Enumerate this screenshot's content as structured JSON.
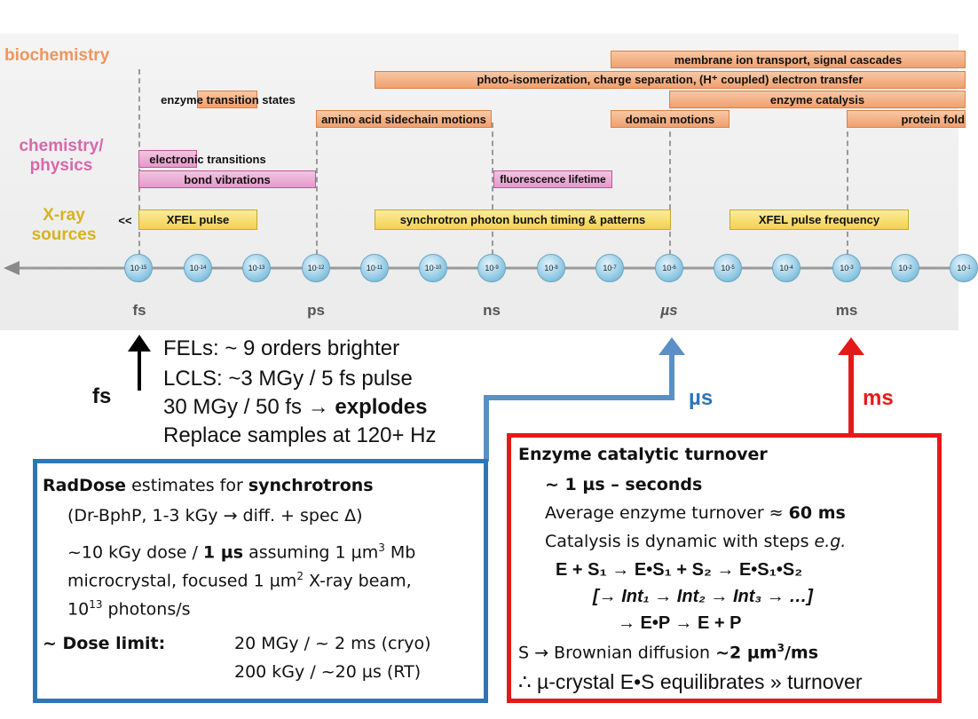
{
  "categories": {
    "biochem": "biochemistry",
    "chem": "chemistry/ physics",
    "xray": "X-ray sources"
  },
  "bars": {
    "membrane": "membrane ion transport, signal cascades",
    "photo": "photo-isomerization, charge separation, (H⁺ coupled) electron transfer",
    "enzyme_catalysis": "enzyme catalysis",
    "enzyme_ts": "enzyme transition states",
    "amino": "amino acid sidechain motions",
    "domain": "domain motions",
    "protein_fold": "protein fold",
    "electronic": "electronic transitions",
    "bond": "bond vibrations",
    "fluor": "fluorescence lifetime",
    "xfel_pulse": "XFEL pulse",
    "synchrotron": "synchrotron photon bunch timing & patterns",
    "xfel_freq": "XFEL pulse frequency",
    "lt_sign": "<<"
  },
  "ticks": [
    "10-15",
    "10-14",
    "10-13",
    "10-12",
    "10-11",
    "10-10",
    "10-9",
    "10-8",
    "10-7",
    "10-6",
    "10-5",
    "10-4",
    "10-3",
    "10-2",
    "10-1"
  ],
  "units": [
    "fs",
    "ps",
    "ns",
    "µs",
    "ms"
  ],
  "fel": {
    "l1": "FELs: ~ 9 orders brighter",
    "l2": "LCLS: ~3 MGy / 5 fs pulse",
    "l3a": "30 MGy / 50 fs → ",
    "l3b": "explodes",
    "l4": "Replace samples at 120+ Hz"
  },
  "arrows": {
    "fs": "fs",
    "us": "µs",
    "ms": "ms"
  },
  "raddose": {
    "t1a": "RadDose",
    "t1b": " estimates for ",
    "t1c": "synchrotrons",
    "l2": "(Dr-BphP, 1-3 kGy → diff. + spec Δ)",
    "l3a": "~10 kGy dose / ",
    "l3b": "1 µs",
    "l3c": " assuming 1 µm",
    "l3d": " Mb",
    "l4a": "microcrystal, focused 1 µm",
    "l4b": " X-ray beam,",
    "l5a": "10",
    "l5b": "13",
    "l5c": " photons/s",
    "dose_label": "~ Dose limit:",
    "dose1": "20 MGy / ~ 2 ms (cryo)",
    "dose2": "200 kGy / ~20 µs (RT)",
    "sup3": "3",
    "sup2": "2"
  },
  "enzyme": {
    "title": "Enzyme catalytic turnover",
    "l2": "~ 1 µs – seconds",
    "l3a": "Average enzyme turnover ≈ ",
    "l3b": "60 ms",
    "l4a": "Catalysis is dynamic with steps ",
    "l4b": "e.g.",
    "eq1": "E + S₁ → E•S₁ + S₂ → E•S₁•S₂",
    "eq2": "[→ Int₁ → Int₂ → Int₃ → …]",
    "eq3": "→ E•P → E + P",
    "l8a": "S → Brownian diffusion ",
    "l8b": "~2 µm",
    "l8c": "/ms",
    "sup3": "3",
    "l9": "∴ µ-crystal E•S equilibrates » turnover"
  },
  "colors": {
    "biochem": "#f0955e",
    "chem": "#d868ab",
    "xray": "#d8b220",
    "blue": "#2e75b6",
    "red": "#e41a1a"
  }
}
